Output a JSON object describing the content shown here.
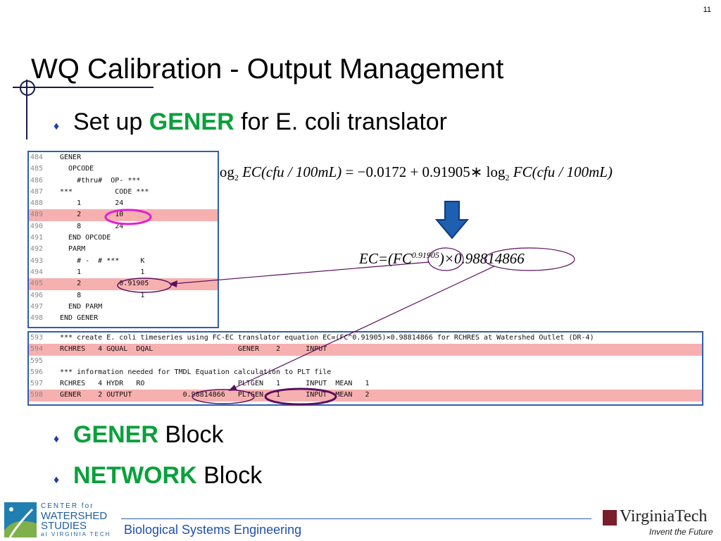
{
  "slide_number": "11",
  "title": "WQ Calibration - Output Management",
  "bullets": {
    "b1_pre": "Set up ",
    "b1_bold": "GENER",
    "b1_post": " for E. coli translator",
    "b2_bold": "GENER",
    "b2_post": " Block",
    "b3_bold": "NETWORK",
    "b3_post": " Block"
  },
  "equation": {
    "log_lhs": "log",
    "sub": "2",
    "lhs_var": "EC",
    "units": "(cfu / 100mL)",
    "middle": " = −0.0172 + 0.91905∗ ",
    "log_rhs": "log",
    "rhs_var": "FC",
    "units_rhs": "(cfu / 100mL)"
  },
  "equation2": {
    "left": "EC=(FC",
    "exp": "0.91905",
    "right": ")×0.98814866"
  },
  "code_top": [
    {
      "ln": "484",
      "txt": "GENER",
      "hl": false
    },
    {
      "ln": "485",
      "txt": "  OPCODE",
      "hl": false
    },
    {
      "ln": "486",
      "txt": "    #thru#  OP- ***",
      "hl": false
    },
    {
      "ln": "487",
      "txt": "***          CODE ***",
      "hl": false
    },
    {
      "ln": "488",
      "txt": "    1        24",
      "hl": false
    },
    {
      "ln": "489",
      "txt": "    2        10",
      "hl": true
    },
    {
      "ln": "490",
      "txt": "    8        24",
      "hl": false
    },
    {
      "ln": "491",
      "txt": "  END OPCODE",
      "hl": false
    },
    {
      "ln": "492",
      "txt": "  PARM",
      "hl": false
    },
    {
      "ln": "493",
      "txt": "    # -  # ***     K",
      "hl": false
    },
    {
      "ln": "494",
      "txt": "    1              1",
      "hl": false
    },
    {
      "ln": "495",
      "txt": "    2         0.91905",
      "hl": true
    },
    {
      "ln": "496",
      "txt": "    8              1",
      "hl": false
    },
    {
      "ln": "497",
      "txt": "  END PARM",
      "hl": false
    },
    {
      "ln": "498",
      "txt": "END GENER",
      "hl": false
    }
  ],
  "code_bottom": [
    {
      "ln": "593",
      "txt": "*** create E. coli timeseries using FC-EC translator equation EC=(FC^0.91905)×0.98814866 for RCHRES at Watershed Outlet (DR-4)",
      "hl": false
    },
    {
      "ln": "594",
      "txt": "RCHRES   4 GQUAL  DQAL                    GENER    2      INPUT",
      "hl": true
    },
    {
      "ln": "595",
      "txt": "",
      "hl": false
    },
    {
      "ln": "596",
      "txt": "*** information needed for TMDL Equation calculation to PLT file",
      "hl": false
    },
    {
      "ln": "597",
      "txt": "RCHRES   4 HYDR   RO                      PLTGEN   1      INPUT  MEAN   1",
      "hl": false
    },
    {
      "ln": "598",
      "txt": "GENER    2 OUTPUT            0.98814866   PLTGEN   1      INPUT  MEAN   2",
      "hl": true
    }
  ],
  "footer": {
    "department": "Biological Systems Engineering",
    "center_line1": "CENTER for",
    "center_line2": "WATERSHED",
    "center_line3": "STUDIES",
    "center_line4": "at VIRGINIA TECH",
    "vt_name": "VirginiaTech",
    "vt_tagline": "Invent the Future"
  },
  "colors": {
    "accent_green": "#0aa03c",
    "highlight_row": "#f7b0b0",
    "code_border": "#2f5fb0",
    "oval_magenta": "#e020d0",
    "oval_purple": "#5a1060",
    "arrow_blue": "#1f5fb0"
  }
}
